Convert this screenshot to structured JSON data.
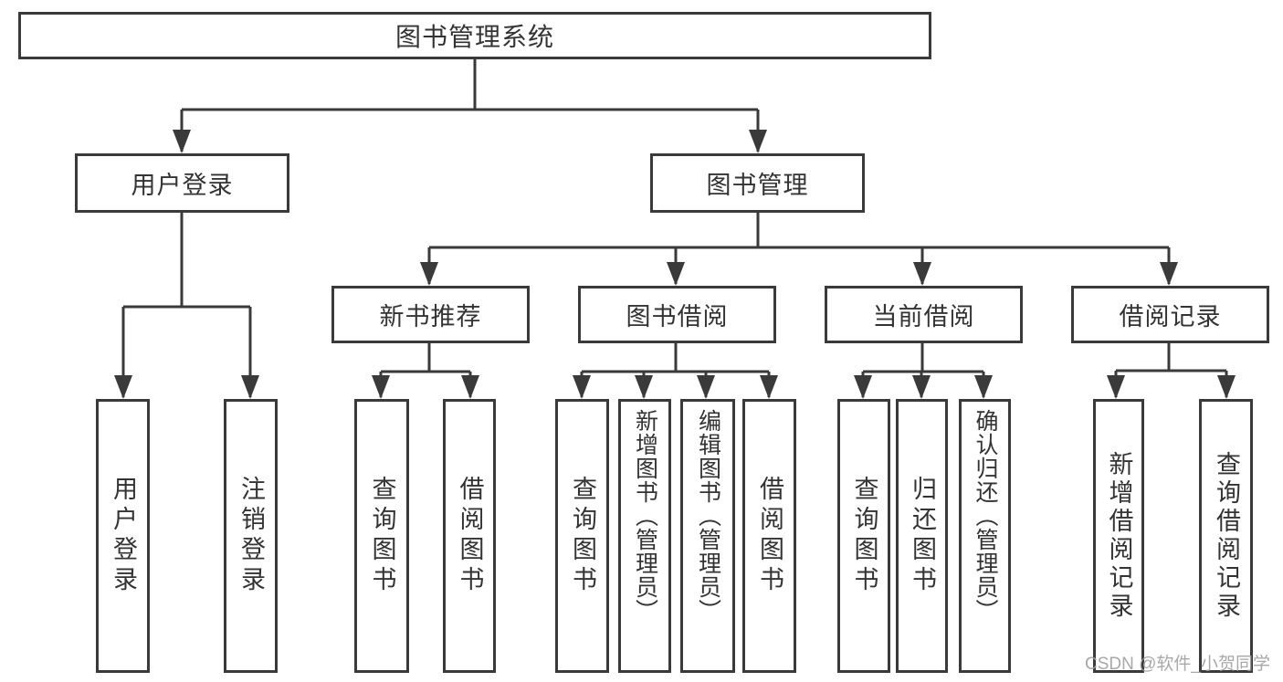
{
  "diagram": {
    "title_node": {
      "label": "图书管理系统"
    },
    "level2": [
      {
        "id": "user-login",
        "label": "用户登录"
      },
      {
        "id": "book-management",
        "label": "图书管理"
      }
    ],
    "level3": [
      {
        "id": "new-book-recommend",
        "label": "新书推荐"
      },
      {
        "id": "book-borrowing",
        "label": "图书借阅"
      },
      {
        "id": "current-borrowing",
        "label": "当前借阅"
      },
      {
        "id": "borrow-records",
        "label": "借阅记录"
      }
    ],
    "leaves": [
      {
        "id": "user-login-leaf",
        "label": "用户登录"
      },
      {
        "id": "logout",
        "label": "注销登录"
      },
      {
        "id": "query-books-recommend",
        "label": "查询图书"
      },
      {
        "id": "borrow-books-recommend",
        "label": "借阅图书"
      },
      {
        "id": "query-books-borrowing",
        "label": "查询图书"
      },
      {
        "id": "add-books-admin",
        "label": "新增图书（管理员）"
      },
      {
        "id": "edit-books-admin",
        "label": "编辑图书（管理员）"
      },
      {
        "id": "borrow-books",
        "label": "借阅图书"
      },
      {
        "id": "query-books-current",
        "label": "查询图书"
      },
      {
        "id": "return-books",
        "label": "归还图书"
      },
      {
        "id": "confirm-return-admin",
        "label": "确认归还（管理员）"
      },
      {
        "id": "add-borrow-record",
        "label": "新增借阅记录"
      },
      {
        "id": "query-borrow-record",
        "label": "查询借阅记录"
      }
    ],
    "colors": {
      "line": "#3a3a3a",
      "text": "#333333",
      "box_background": "#ffffff",
      "watermark": "#9e9e9e"
    }
  },
  "watermark": {
    "text": "CSDN @软件_小贺同学"
  }
}
